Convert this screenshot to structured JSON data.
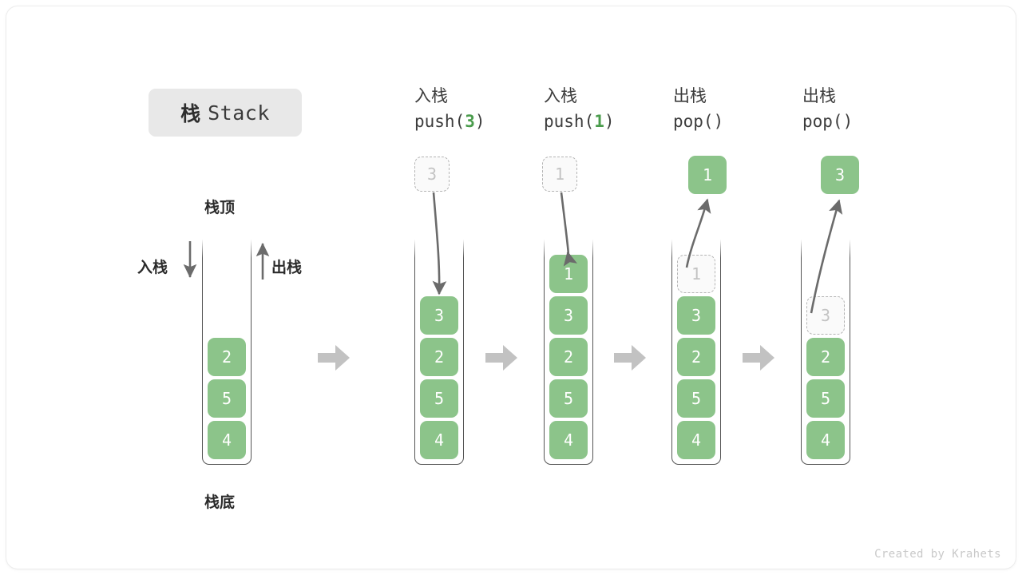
{
  "title": {
    "cn": "栈",
    "en": "Stack"
  },
  "labels": {
    "top": "栈顶",
    "bottom": "栈底",
    "push_arrow": "入栈",
    "pop_arrow": "出栈"
  },
  "footer": "Created by Krahets",
  "colors": {
    "cell_fill": "#8cc48a",
    "cell_text": "#ffffff",
    "ghost_border": "#b4b4b4",
    "ghost_text": "#c3c3c3",
    "accent_green": "#4a9c4c",
    "arrow_gray": "#c2c2c2",
    "line_gray": "#555555",
    "chip_bg": "#e8e8e8"
  },
  "columns": [
    {
      "id": "initial",
      "header_cn": "",
      "header_code": "",
      "header_arg": "",
      "cells": [
        {
          "value": "2",
          "state": "filled"
        },
        {
          "value": "5",
          "state": "filled"
        },
        {
          "value": "4",
          "state": "filled"
        }
      ],
      "floating": null
    },
    {
      "id": "push-3",
      "header_cn": "入栈",
      "header_code_pre": "push(",
      "header_arg": "3",
      "header_code_post": ")",
      "cells": [
        {
          "value": "3",
          "state": "filled"
        },
        {
          "value": "2",
          "state": "filled"
        },
        {
          "value": "5",
          "state": "filled"
        },
        {
          "value": "4",
          "state": "filled"
        }
      ],
      "floating": {
        "value": "3",
        "state": "ghost",
        "direction": "in"
      }
    },
    {
      "id": "push-1",
      "header_cn": "入栈",
      "header_code_pre": "push(",
      "header_arg": "1",
      "header_code_post": ")",
      "cells": [
        {
          "value": "1",
          "state": "filled"
        },
        {
          "value": "3",
          "state": "filled"
        },
        {
          "value": "2",
          "state": "filled"
        },
        {
          "value": "5",
          "state": "filled"
        },
        {
          "value": "4",
          "state": "filled"
        }
      ],
      "floating": {
        "value": "1",
        "state": "ghost",
        "direction": "in"
      }
    },
    {
      "id": "pop-1",
      "header_cn": "出栈",
      "header_code_pre": "pop(",
      "header_arg": "",
      "header_code_post": ")",
      "cells": [
        {
          "value": "1",
          "state": "ghost"
        },
        {
          "value": "3",
          "state": "filled"
        },
        {
          "value": "2",
          "state": "filled"
        },
        {
          "value": "5",
          "state": "filled"
        },
        {
          "value": "4",
          "state": "filled"
        }
      ],
      "floating": {
        "value": "1",
        "state": "filled",
        "direction": "out"
      }
    },
    {
      "id": "pop-3",
      "header_cn": "出栈",
      "header_code_pre": "pop(",
      "header_arg": "",
      "header_code_post": ")",
      "cells": [
        {
          "value": "3",
          "state": "ghost"
        },
        {
          "value": "2",
          "state": "filled"
        },
        {
          "value": "5",
          "state": "filled"
        },
        {
          "value": "4",
          "state": "filled"
        }
      ],
      "floating": {
        "value": "3",
        "state": "filled",
        "direction": "out"
      }
    }
  ],
  "step_arrows": 4
}
